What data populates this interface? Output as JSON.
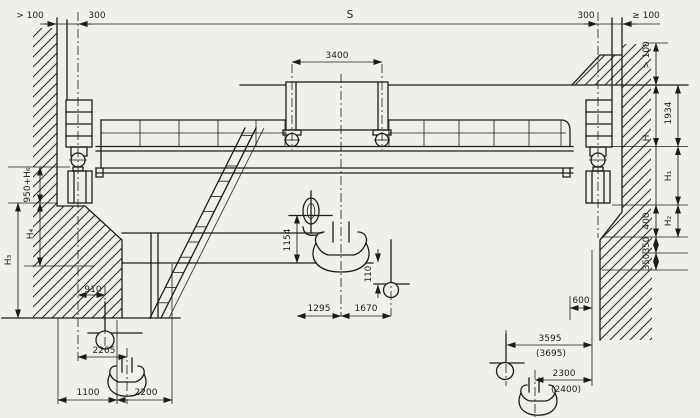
{
  "colors": {
    "ink": "#1c1c1c",
    "paper": "#f1efe9"
  },
  "labels": {
    "top_left_clearance": "> 100",
    "top_left_rail_offset": "300",
    "span": "S",
    "top_right_rail_offset": "300",
    "top_right_clearance": "≥ 100",
    "trolley_gauge": "3400",
    "roof_clearance_vert": "> 100",
    "crane_height_value": "1934",
    "h_total": "H",
    "h1": "H₁",
    "seg_400": "400",
    "h2": "H₂",
    "seg_350_a": "350",
    "seg_350_b": "350",
    "rail_level_formula": "950+H₆",
    "h4": "H₄",
    "h3": "H₃",
    "hook_drop_1154": "1154",
    "hook_gap_110": "110",
    "hook_dist_1295": "1295",
    "hook_dist_1670": "1670",
    "left_910": "910",
    "left_2205": "2205",
    "left_1100": "1100",
    "left_2200": "2200",
    "right_600": "600",
    "right_3595": "3595",
    "right_3695_alt": "(3695)",
    "right_2300": "2300",
    "right_2400_alt": "(2400)"
  }
}
